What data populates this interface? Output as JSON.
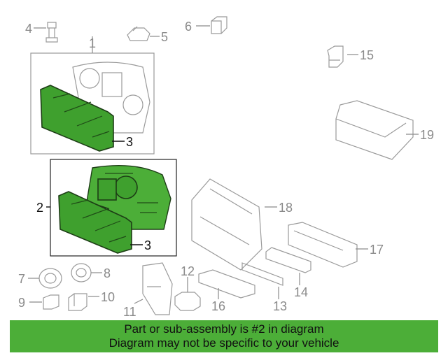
{
  "callouts": {
    "c1": "1",
    "c2": "2",
    "c3a": "3",
    "c3b": "3",
    "c4": "4",
    "c5": "5",
    "c6": "6",
    "c7": "7",
    "c8": "8",
    "c9": "9",
    "c10": "10",
    "c11": "11",
    "c12": "12",
    "c13": "13",
    "c14": "14",
    "c15": "15",
    "c16": "16",
    "c17": "17",
    "c18": "18",
    "c19": "19"
  },
  "banner": {
    "line1": "Part or sub-assembly is #2 in diagram",
    "line2": "Diagram may not be specific to your vehicle"
  },
  "colors": {
    "highlight": "#4cae38",
    "part_outline": "#9a9a9a",
    "banner_bg": "#4cae38"
  }
}
